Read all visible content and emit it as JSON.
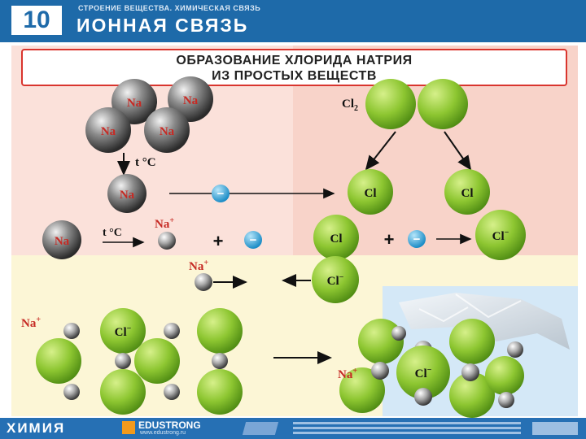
{
  "header": {
    "number": "10",
    "subtitle": "СТРОЕНИЕ ВЕЩЕСТВА. ХИМИЧЕСКАЯ СВЯЗЬ",
    "title": "ИОННАЯ СВЯЗЬ"
  },
  "title_box": {
    "line1": "ОБРАЗОВАНИЕ ХЛОРИДА НАТРИЯ",
    "line2": "ИЗ ПРОСТЫХ ВЕЩЕСТВ"
  },
  "labels": {
    "na": "Na",
    "cl": "Cl",
    "cl2": "Cl",
    "cl2_sub": "2",
    "na_plus": "Na",
    "plus_sup": "+",
    "cl_minus": "Cl",
    "minus_sup": "−",
    "tc": "t °C",
    "plus": "+",
    "electron": "−"
  },
  "footer": {
    "subject": "ХИМИЯ",
    "brand": "EDUSTRONG",
    "site": "www.edustrong.ru"
  },
  "colors": {
    "header_bg": "#1e6aa9",
    "footer_bg": "#2670b4",
    "panel_pink": "#fbe1da",
    "panel_cream": "#fcf6d6",
    "panel_blue": "#d4e8f7",
    "green": "#8dc631",
    "electron": "#2aa3dc",
    "border_red": "#d9352e"
  }
}
